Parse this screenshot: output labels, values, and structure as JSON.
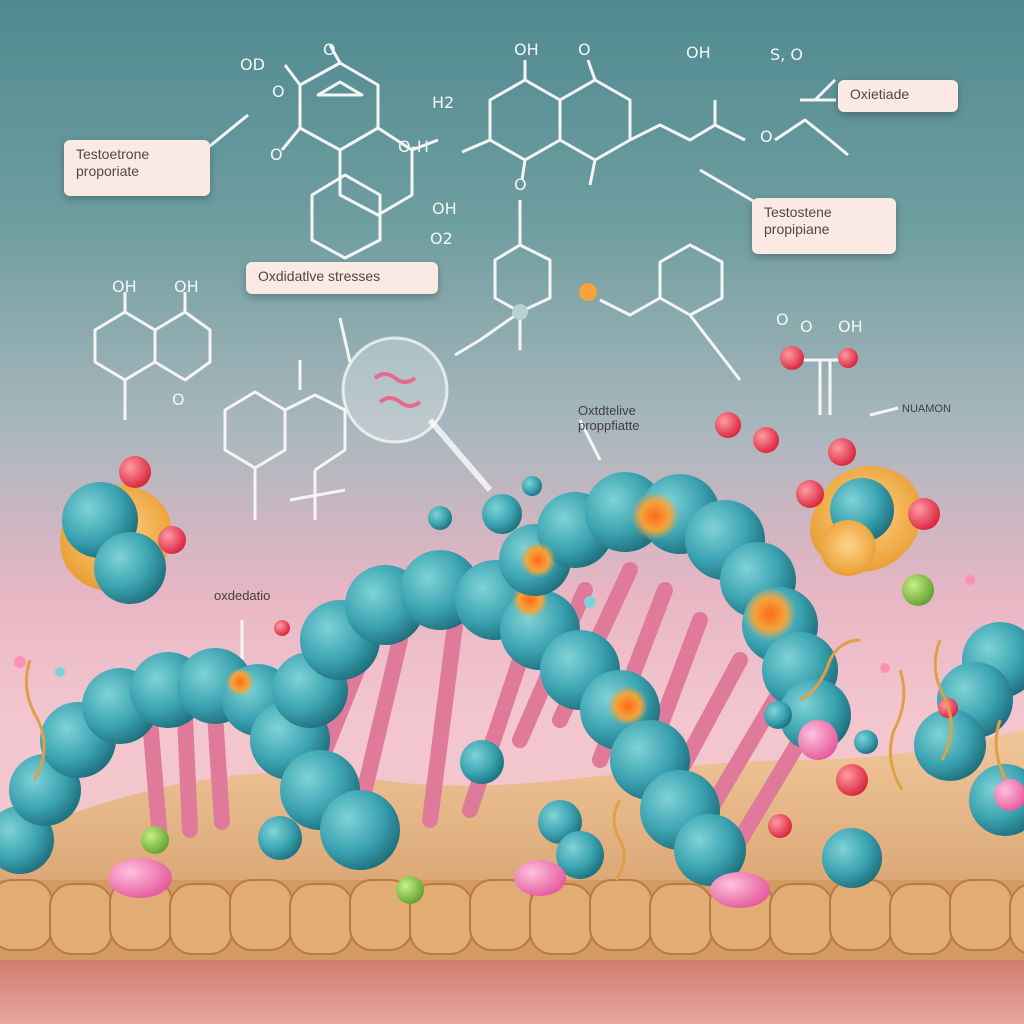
{
  "labels": {
    "testosterone_propionate_left": "Testoetrone\nproporiate",
    "oxidative_stresses": "Oxdidatlve stresses",
    "oxietiade": "Oxietiade",
    "testosterone_propiane_right": "Testostene\npropipiane",
    "oxidative_propiate": "Oxtdtelive\nproppfiatte",
    "oxidation": "oxdedatio",
    "nuamon": "NUAMON"
  },
  "chem_text": {
    "top_left_od": "OD",
    "top_o1": "O",
    "top_oh_center": "OH",
    "top_o2": "O",
    "top_oh_right": "OH",
    "top_right_sy": "S, O",
    "h2": "H2",
    "o_ring1": "O",
    "o_ring2": "O",
    "oh_mid": "O-H",
    "oh_low": "OH",
    "o2_low": "O2",
    "left_oh1": "OH",
    "left_oh2": "OH",
    "left_o": "O",
    "right_o1": "O",
    "right_o2": "O",
    "right_oh": "OH",
    "o_mid_right": "O",
    "o_tail": "O"
  },
  "colors": {
    "bead_teal": "#3fa9b5",
    "strut_pink": "#e07a9a",
    "membrane_tan": "#d9a06a",
    "label_bg": "#fbe9e3",
    "hotspot_orange": "#f5a33a"
  }
}
